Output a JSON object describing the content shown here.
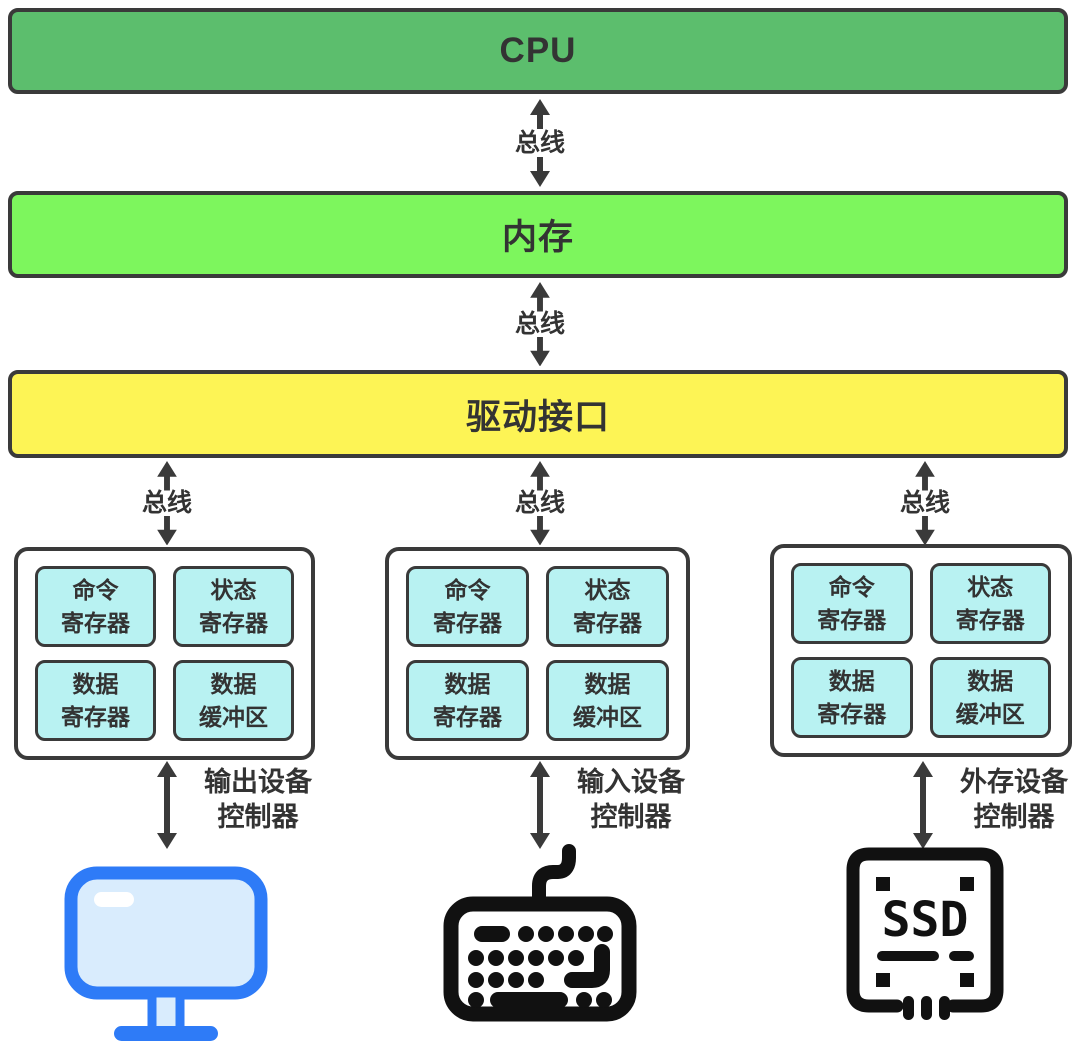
{
  "diagram": {
    "bus_label": "总线",
    "layers": [
      {
        "id": "cpu",
        "label": "CPU"
      },
      {
        "id": "memory",
        "label": "内存"
      },
      {
        "id": "driver",
        "label": "驱动接口"
      }
    ],
    "controllers": [
      {
        "name": "output-device-controller",
        "label_line1": "输出设备",
        "label_line2": "控制器",
        "device": "monitor",
        "registers": [
          {
            "l1": "命令",
            "l2": "寄存器"
          },
          {
            "l1": "状态",
            "l2": "寄存器"
          },
          {
            "l1": "数据",
            "l2": "寄存器"
          },
          {
            "l1": "数据",
            "l2": "缓冲区"
          }
        ]
      },
      {
        "name": "input-device-controller",
        "label_line1": "输入设备",
        "label_line2": "控制器",
        "device": "keyboard",
        "registers": [
          {
            "l1": "命令",
            "l2": "寄存器"
          },
          {
            "l1": "状态",
            "l2": "寄存器"
          },
          {
            "l1": "数据",
            "l2": "寄存器"
          },
          {
            "l1": "数据",
            "l2": "缓冲区"
          }
        ]
      },
      {
        "name": "external-storage-controller",
        "label_line1": "外存设备",
        "label_line2": "控制器",
        "device": "ssd",
        "registers": [
          {
            "l1": "命令",
            "l2": "寄存器"
          },
          {
            "l1": "状态",
            "l2": "寄存器"
          },
          {
            "l1": "数据",
            "l2": "寄存器"
          },
          {
            "l1": "数据",
            "l2": "缓冲区"
          }
        ]
      }
    ],
    "ssd_text": "SSD",
    "colors": {
      "cpu-bar": "#5cbe6d",
      "memory-bar": "#7df65d",
      "driver-bar": "#fdf455",
      "register": "#b8f2f2",
      "border": "#3a3a3a",
      "monitor-blue": "#2e7bf7",
      "monitor-screen": "#d9ecfd",
      "device-black": "#111111"
    }
  }
}
